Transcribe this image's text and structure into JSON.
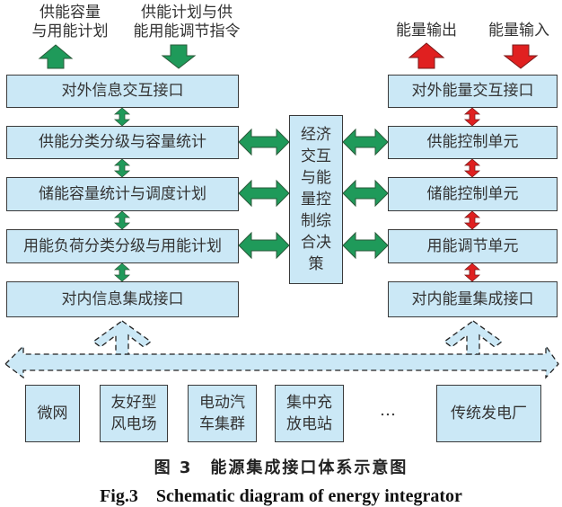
{
  "colors": {
    "box_fill": "#cbe8f6",
    "box_border": "#3a3a3a",
    "info_arrow": "#1f9a5a",
    "energy_arrow": "#e02020",
    "bus_fill": "#cbe8f6"
  },
  "top_labels": {
    "left_out": "供能容量\n与用能计划",
    "left_in": "供能计划与供\n能用能调节指令",
    "right_out": "能量输出",
    "right_in": "能量输入"
  },
  "left_column": [
    "对外信息交互接口",
    "供能分类分级与容量统计",
    "储能容量统计与调度计划",
    "用能负荷分类分级与用能计划",
    "对内信息集成接口"
  ],
  "center_box": "经济\n交互\n与能\n量控\n制综\n合决\n策",
  "right_column": [
    "对外能量交互接口",
    "供能控制单元",
    "储能控制单元",
    "用能调节单元",
    "对内能量集成接口"
  ],
  "bottom_row": [
    "微网",
    "友好型\n风电场",
    "电动汽\n车集群",
    "集中充\n放电站",
    "传统发电厂"
  ],
  "ellipsis": "…",
  "caption": {
    "cn": "图 3　能源集成接口体系示意图",
    "en": "Fig.3　Schematic diagram of energy integrator"
  }
}
